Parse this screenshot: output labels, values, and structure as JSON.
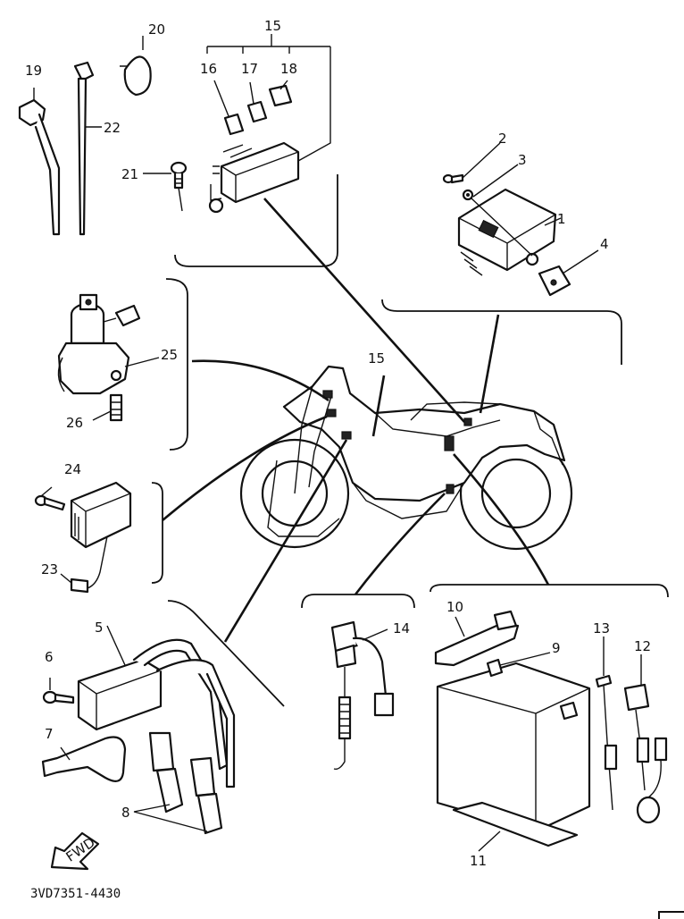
{
  "diagram_code": "3VD7351-4430",
  "direction_arrow": "FWD",
  "callouts": [
    "1",
    "2",
    "3",
    "4",
    "5",
    "6",
    "7",
    "8",
    "9",
    "10",
    "11",
    "12",
    "13",
    "14",
    "15",
    "15",
    "16",
    "17",
    "18",
    "19",
    "20",
    "21",
    "22",
    "23",
    "24",
    "25",
    "26"
  ]
}
